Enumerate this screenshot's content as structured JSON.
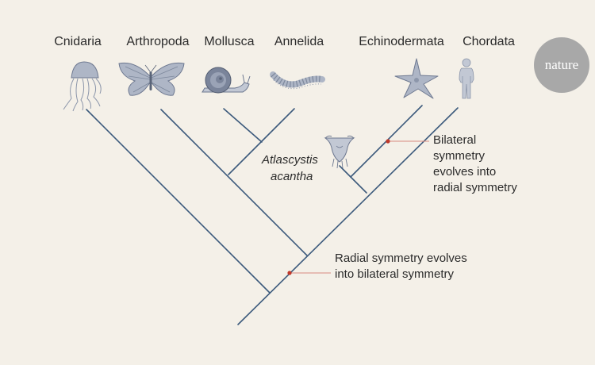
{
  "taxa": [
    "Cnidaria",
    "Arthropoda",
    "Mollusca",
    "Annelida",
    "Echinodermata",
    "Chordata"
  ],
  "fossil": {
    "genus": "Atlascystis",
    "species": "acantha"
  },
  "notes": {
    "bilateral_to_radial": [
      "Bilateral",
      "symmetry",
      "evolves into",
      "radial symmetry"
    ],
    "radial_to_bilateral": [
      "Radial symmetry evolves",
      "into bilateral symmetry"
    ]
  },
  "logo": "nature",
  "colors": {
    "background": "#f4f0e8",
    "branch": "#3c5a7c",
    "marker": "#c0392b",
    "leader": "#d98a80",
    "illustration": "#aeb6c6",
    "illustration_dark": "#6d7890",
    "logo_bg": "#a8a8a8"
  },
  "icons": [
    "jellyfish-icon",
    "butterfly-icon",
    "snail-icon",
    "worm-icon",
    "starfish-icon",
    "human-icon",
    "cystoid-fossil-icon"
  ]
}
